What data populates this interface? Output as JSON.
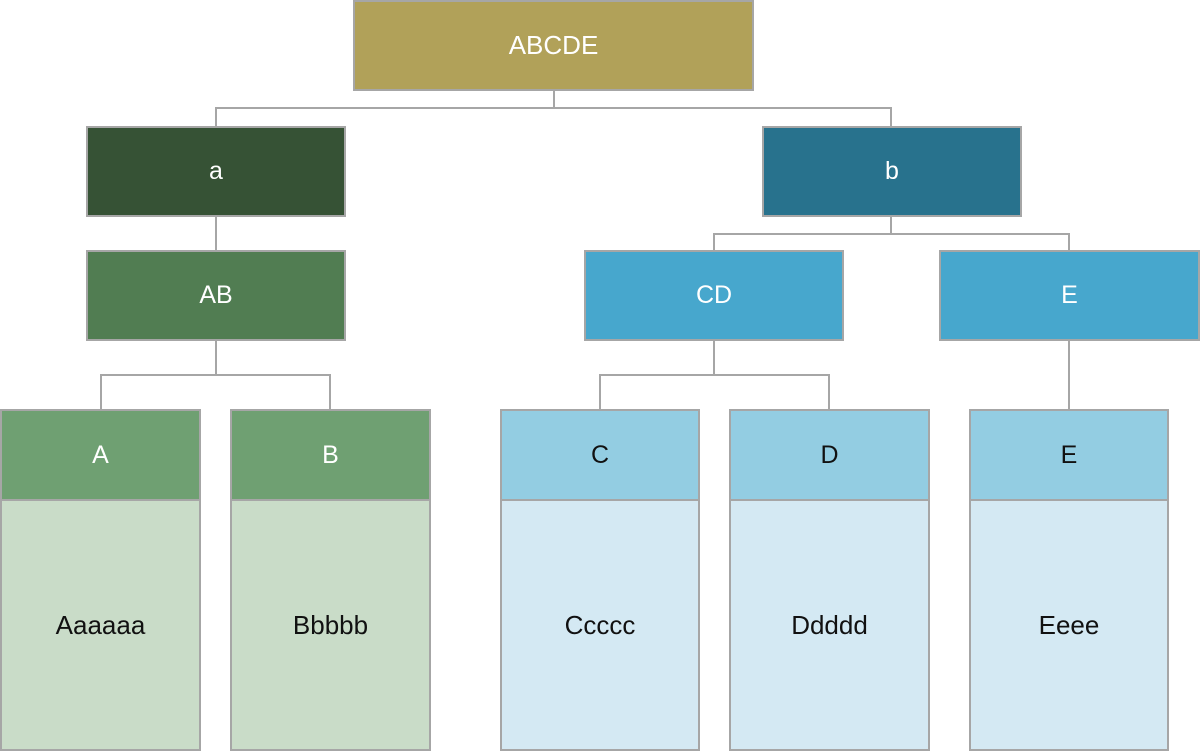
{
  "nodes": {
    "root": {
      "label": "ABCDE",
      "color": "#b1a159"
    },
    "a": {
      "label": "a",
      "color": "#365235"
    },
    "b": {
      "label": "b",
      "color": "#28728d"
    },
    "ab": {
      "label": "AB",
      "color": "#517d52"
    },
    "cd": {
      "label": "CD",
      "color": "#47a7cd"
    },
    "e_group": {
      "label": "E",
      "color": "#47a7cd"
    },
    "leaf_a": {
      "label": "A",
      "color": "#6fa072"
    },
    "leaf_b": {
      "label": "B",
      "color": "#6fa072"
    },
    "leaf_c": {
      "label": "C",
      "color": "#93cde2"
    },
    "leaf_d": {
      "label": "D",
      "color": "#93cde2"
    },
    "leaf_e": {
      "label": "E",
      "color": "#93cde2"
    }
  },
  "details": {
    "a": {
      "text": "Aaaaaa",
      "color": "#c9dcc8"
    },
    "b": {
      "text": "Bbbbb",
      "color": "#c9dcc8"
    },
    "c": {
      "text": "Ccccc",
      "color": "#d4e9f3"
    },
    "d": {
      "text": "Ddddd",
      "color": "#d4e9f3"
    },
    "e": {
      "text": "Eeee",
      "color": "#d4e9f3"
    }
  }
}
